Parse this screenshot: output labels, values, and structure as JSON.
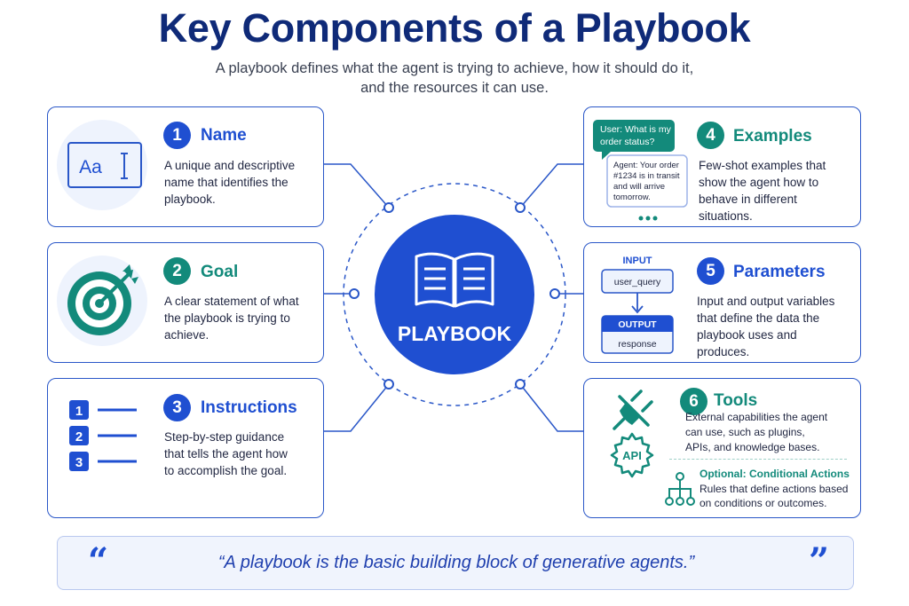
{
  "title": "Key Components of a Playbook",
  "subtitle": {
    "line1": "A playbook defines what the agent is trying to achieve, how it should do it,",
    "line2": "and the resources it can use."
  },
  "center": {
    "label": "PLAYBOOK",
    "icon": "open-book-icon"
  },
  "components": [
    {
      "number": "1",
      "title": "Name",
      "desc_lines": [
        "A unique and descriptive",
        "name that identifies the",
        "playbook."
      ],
      "icon": "text-field-icon",
      "icon_text": "Aa",
      "accent": "#1f4fd1"
    },
    {
      "number": "2",
      "title": "Goal",
      "desc_lines": [
        "A clear statement of what",
        "the playbook is trying to",
        "achieve."
      ],
      "icon": "target-icon",
      "accent": "#138a7b"
    },
    {
      "number": "3",
      "title": "Instructions",
      "desc_lines": [
        "Step-by-step guidance",
        "that tells the agent how",
        "to accomplish the goal."
      ],
      "icon": "numbered-list-icon",
      "list_numbers": [
        "1",
        "2",
        "3"
      ],
      "accent": "#1f4fd1"
    },
    {
      "number": "4",
      "title": "Examples",
      "desc_lines": [
        "Few-shot examples that",
        "show the agent how to",
        "behave in different",
        "situations."
      ],
      "icon": "chat-bubbles-icon",
      "user_bubble_lines": [
        "User: What is my",
        "order status?"
      ],
      "agent_bubble_lines": [
        "Agent: Your order",
        "#1234 is in transit",
        "and will arrive",
        "tomorrow."
      ],
      "accent": "#138a7b"
    },
    {
      "number": "5",
      "title": "Parameters",
      "desc_lines": [
        "Input and output variables",
        "that define the data the",
        "playbook uses and",
        "produces."
      ],
      "icon": "input-output-icon",
      "input_label": "INPUT",
      "input_value": "user_query",
      "output_label": "OUTPUT",
      "output_value": "response",
      "accent": "#1f4fd1"
    },
    {
      "number": "6",
      "title": "Tools",
      "desc_lines": [
        "External capabilities the agent",
        "can use, such as plugins,",
        "APIs, and knowledge bases."
      ],
      "icon": "plug-icon",
      "api_label": "API",
      "optional_title": "Optional: Conditional Actions",
      "optional_lines": [
        "Rules that define actions based",
        "on conditions or outcomes."
      ],
      "accent": "#138a7b"
    }
  ],
  "quote": {
    "text": "“A playbook is the basic building block of generative agents.”",
    "open_mark": "“",
    "close_mark": "”"
  },
  "colors": {
    "primary": "#1f4fd1",
    "teal": "#138a7b",
    "title": "#0f2a78"
  }
}
